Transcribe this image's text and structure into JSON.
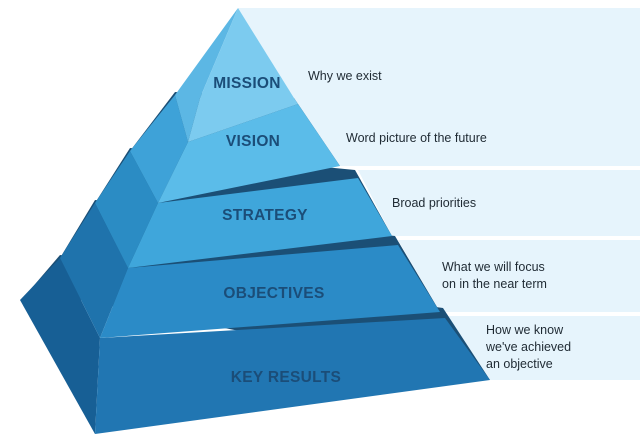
{
  "levels": [
    {
      "label": "MISSION",
      "description": [
        "Why we exist"
      ]
    },
    {
      "label": "VISION",
      "description": [
        "Word picture of the future"
      ]
    },
    {
      "label": "STRATEGY",
      "description": [
        "Broad priorities"
      ]
    },
    {
      "label": "OBJECTIVES",
      "description": [
        "What we will focus",
        "on in the near term"
      ]
    },
    {
      "label": "KEY RESULTS",
      "description": [
        "How we know",
        "we've achieved",
        "an objective"
      ]
    }
  ],
  "colors": {
    "band": "#e6f4fc",
    "layer_fronts": [
      "#7ccbef",
      "#5bbce9",
      "#3fa6db",
      "#2b8bc7",
      "#2176b2"
    ],
    "layer_sides": [
      "#5cb7e4",
      "#3ea2d8",
      "#2b8cc4",
      "#1f73ac",
      "#175f95"
    ],
    "gap_shadow": "#1b4f76",
    "label_text": "#1b4d78"
  }
}
